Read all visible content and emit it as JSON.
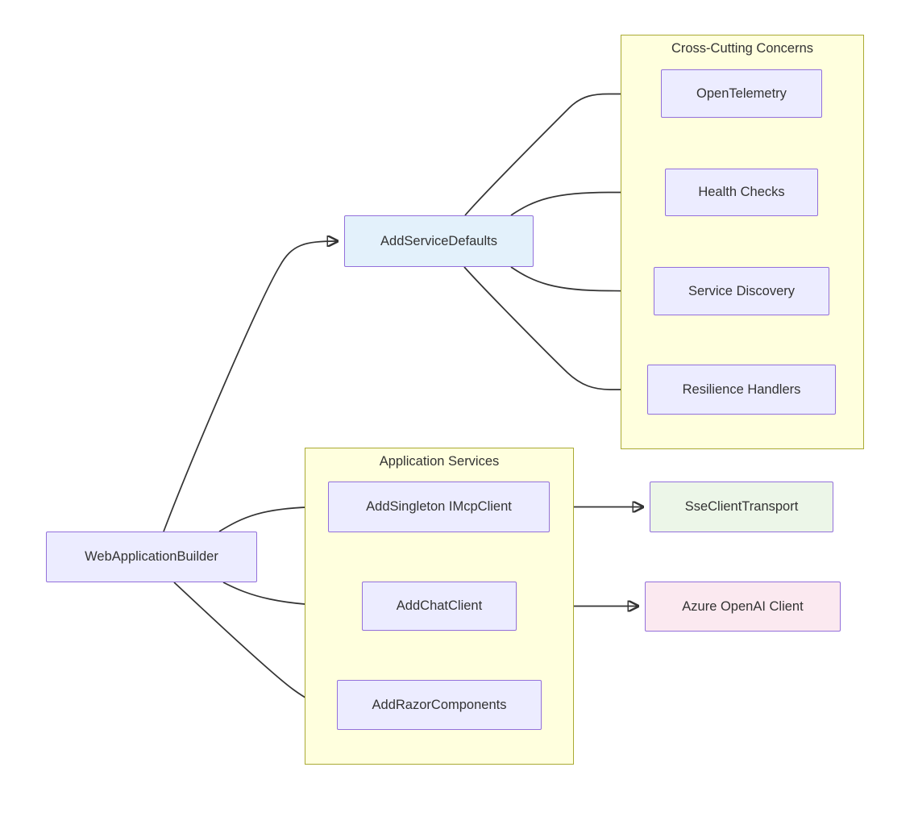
{
  "diagram": {
    "type": "flowchart",
    "direction": "left-to-right",
    "groups": [
      {
        "id": "cross-cutting",
        "title": "Cross-Cutting Concerns"
      },
      {
        "id": "app-services",
        "title": "Application Services"
      }
    ],
    "nodes": [
      {
        "id": "wab",
        "label": "WebApplicationBuilder",
        "group": null
      },
      {
        "id": "asd",
        "label": "AddServiceDefaults",
        "group": null
      },
      {
        "id": "otel",
        "label": "OpenTelemetry",
        "group": "Cross-Cutting Concerns"
      },
      {
        "id": "health",
        "label": "Health Checks",
        "group": "Cross-Cutting Concerns"
      },
      {
        "id": "sd",
        "label": "Service Discovery",
        "group": "Cross-Cutting Concerns"
      },
      {
        "id": "rh",
        "label": "Resilience Handlers",
        "group": "Cross-Cutting Concerns"
      },
      {
        "id": "asc",
        "label": "AddSingleton IMcpClient",
        "group": "Application Services"
      },
      {
        "id": "acc",
        "label": "AddChatClient",
        "group": "Application Services"
      },
      {
        "id": "arc",
        "label": "AddRazorComponents",
        "group": "Application Services"
      },
      {
        "id": "sse",
        "label": "SseClientTransport",
        "group": null
      },
      {
        "id": "azure",
        "label": "Azure OpenAI Client",
        "group": null
      }
    ],
    "edges": [
      {
        "from": "WebApplicationBuilder",
        "to": "AddServiceDefaults"
      },
      {
        "from": "WebApplicationBuilder",
        "to": "AddSingleton IMcpClient"
      },
      {
        "from": "WebApplicationBuilder",
        "to": "AddChatClient"
      },
      {
        "from": "WebApplicationBuilder",
        "to": "AddRazorComponents"
      },
      {
        "from": "AddServiceDefaults",
        "to": "OpenTelemetry"
      },
      {
        "from": "AddServiceDefaults",
        "to": "Health Checks"
      },
      {
        "from": "AddServiceDefaults",
        "to": "Service Discovery"
      },
      {
        "from": "AddServiceDefaults",
        "to": "Resilience Handlers"
      },
      {
        "from": "AddSingleton IMcpClient",
        "to": "SseClientTransport"
      },
      {
        "from": "AddChatClient",
        "to": "Azure OpenAI Client"
      }
    ],
    "palette": {
      "node_fill": "#ECECFF",
      "node_border": "#9370DB",
      "defaults_fill": "#E3F1FB",
      "transport_fill": "#ECF6E8",
      "client_fill": "#FBE9F0",
      "group_fill": "#FFFFDE",
      "group_border": "#AAAA33",
      "edge_color": "#333333",
      "text_color": "#333333"
    }
  }
}
